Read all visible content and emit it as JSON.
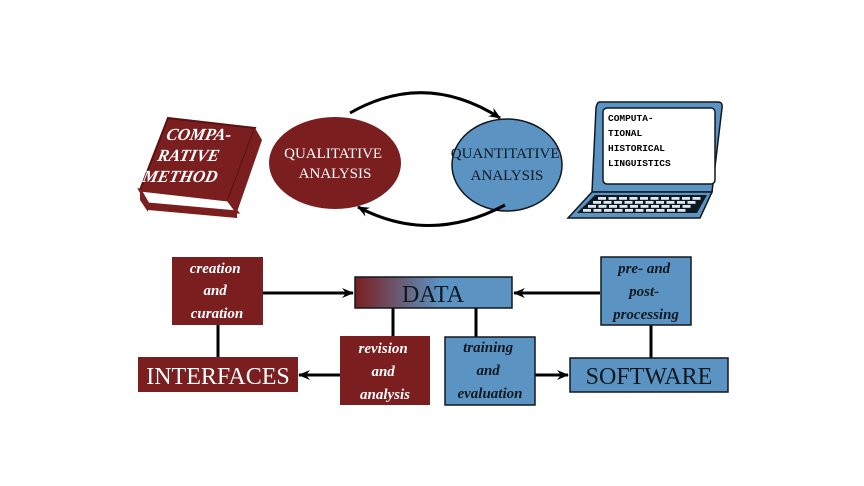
{
  "colors": {
    "red": "#7a1e1f",
    "blue": "#5b94c3",
    "dark": "#101820"
  },
  "book": {
    "lines": [
      "COMPA-",
      "RATIVE",
      "METHOD"
    ],
    "icon": "book-icon"
  },
  "qualitative": {
    "lines": [
      "QUALITATIVE",
      "ANALYSIS"
    ]
  },
  "quantitative": {
    "lines": [
      "QUANTITATIVE",
      "ANALYSIS"
    ]
  },
  "laptop": {
    "lines": [
      "COMPUTA-",
      "TIONAL",
      "HISTORICAL",
      "LINGUISTICS"
    ],
    "icon": "laptop-icon"
  },
  "data": {
    "label": "DATA"
  },
  "creation": {
    "lines": [
      "creation",
      "and",
      "curation"
    ]
  },
  "preprocessing": {
    "lines": [
      "pre- and",
      "post-",
      "processing"
    ]
  },
  "interfaces": {
    "label": "INTERFACES"
  },
  "revision": {
    "lines": [
      "revision",
      "and",
      "analysis"
    ]
  },
  "training": {
    "lines": [
      "training",
      "and",
      "evaluation"
    ]
  },
  "software": {
    "label": "SOFTWARE"
  }
}
